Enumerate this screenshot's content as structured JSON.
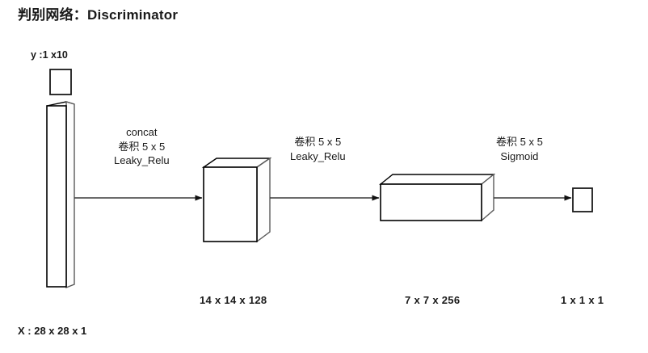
{
  "page": {
    "title": "判别网络：Discriminator",
    "background_color": "#ffffff",
    "text_color": "#1a1a1a"
  },
  "inputs": {
    "condition_label": "y :1 x10",
    "data_label": "X : 28 x 28 x 1"
  },
  "operations": [
    {
      "id": "op-concat-conv1",
      "lines": [
        "concat",
        "卷积 5 x 5",
        "Leaky_Relu"
      ]
    },
    {
      "id": "op-conv2",
      "lines": [
        "卷积 5 x 5",
        "Leaky_Relu"
      ]
    },
    {
      "id": "op-conv3",
      "lines": [
        "卷积 5 x 5",
        "Sigmoid"
      ]
    }
  ],
  "layers": [
    {
      "id": "layer-input-x",
      "shape": ""
    },
    {
      "id": "layer-conv1",
      "shape": "14 x 14 x 128"
    },
    {
      "id": "layer-conv2",
      "shape": "7 x 7 x 256"
    },
    {
      "id": "layer-output",
      "shape": "1 x 1 x 1"
    }
  ],
  "colors": {
    "stroke": "#000000",
    "side_face": "#5a5a5a",
    "connector": "#3b3b3b"
  }
}
